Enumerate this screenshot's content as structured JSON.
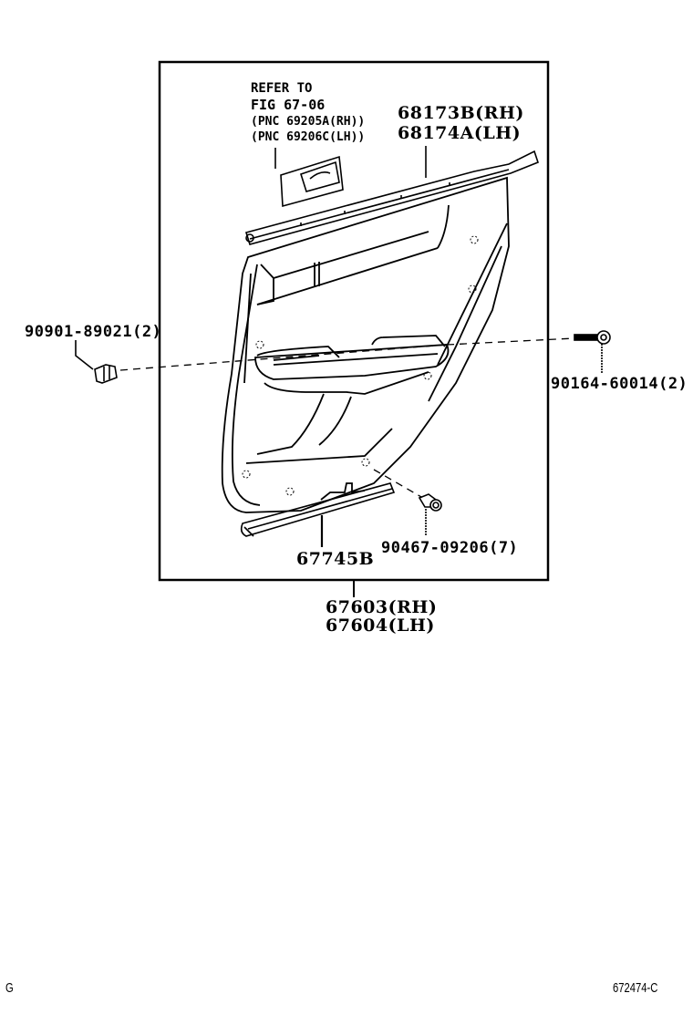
{
  "diagram": {
    "title_note": {
      "line1": "REFER TO",
      "line2": "FIG 67-06",
      "line3": "(PNC 69205A(RH))",
      "line4": "(PNC 69206C(LH))"
    },
    "parts": {
      "weatherstrip_rh": "68173B(RH)",
      "weatherstrip_lh": "68174A(LH)",
      "clip_left": "90901-89021(2)",
      "screw_right": "90164-60014(2)",
      "clip_bottom": "90467-09206(7)",
      "lower_trim": "67745B",
      "panel_rh": "67603(RH)",
      "panel_lh": "67604(LH)"
    },
    "footer": {
      "left_code": "G",
      "right_code": "672474-C"
    },
    "icons": {
      "door_panel": "door-trim-panel-illustration",
      "inside_handle": "inside-handle-bezel",
      "clip": "clip-fastener",
      "screw": "screw-fastener",
      "push_clip": "push-clip-fastener"
    },
    "colors": {
      "line": "#000000",
      "background": "#ffffff"
    }
  }
}
